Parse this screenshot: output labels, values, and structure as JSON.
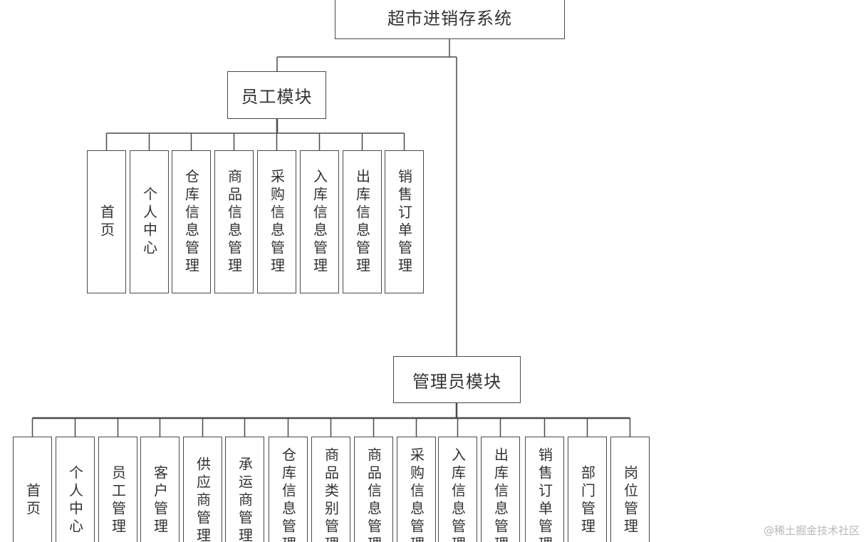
{
  "diagram": {
    "title": "超市进销存系统",
    "modules": [
      {
        "name": "员工模块",
        "children": [
          "首页",
          "个人中心",
          "仓库信息管理",
          "商品信息管理",
          "采购信息管理",
          "入库信息管理",
          "出库信息管理",
          "销售订单管理"
        ]
      },
      {
        "name": "管理员模块",
        "children": [
          "首页",
          "个人中心",
          "员工管理",
          "客户管理",
          "供应商管理",
          "承运商管理",
          "仓库信息管理",
          "商品类别管理",
          "商品信息管理",
          "采购信息管理",
          "入库信息管理",
          "出库信息管理",
          "销售订单管理",
          "部门管理",
          "岗位管理"
        ]
      }
    ]
  },
  "watermark": "@稀土掘金技术社区",
  "colors": {
    "line": "#4a4a4a",
    "text": "#333333",
    "watermark": "#b8b8b8"
  }
}
